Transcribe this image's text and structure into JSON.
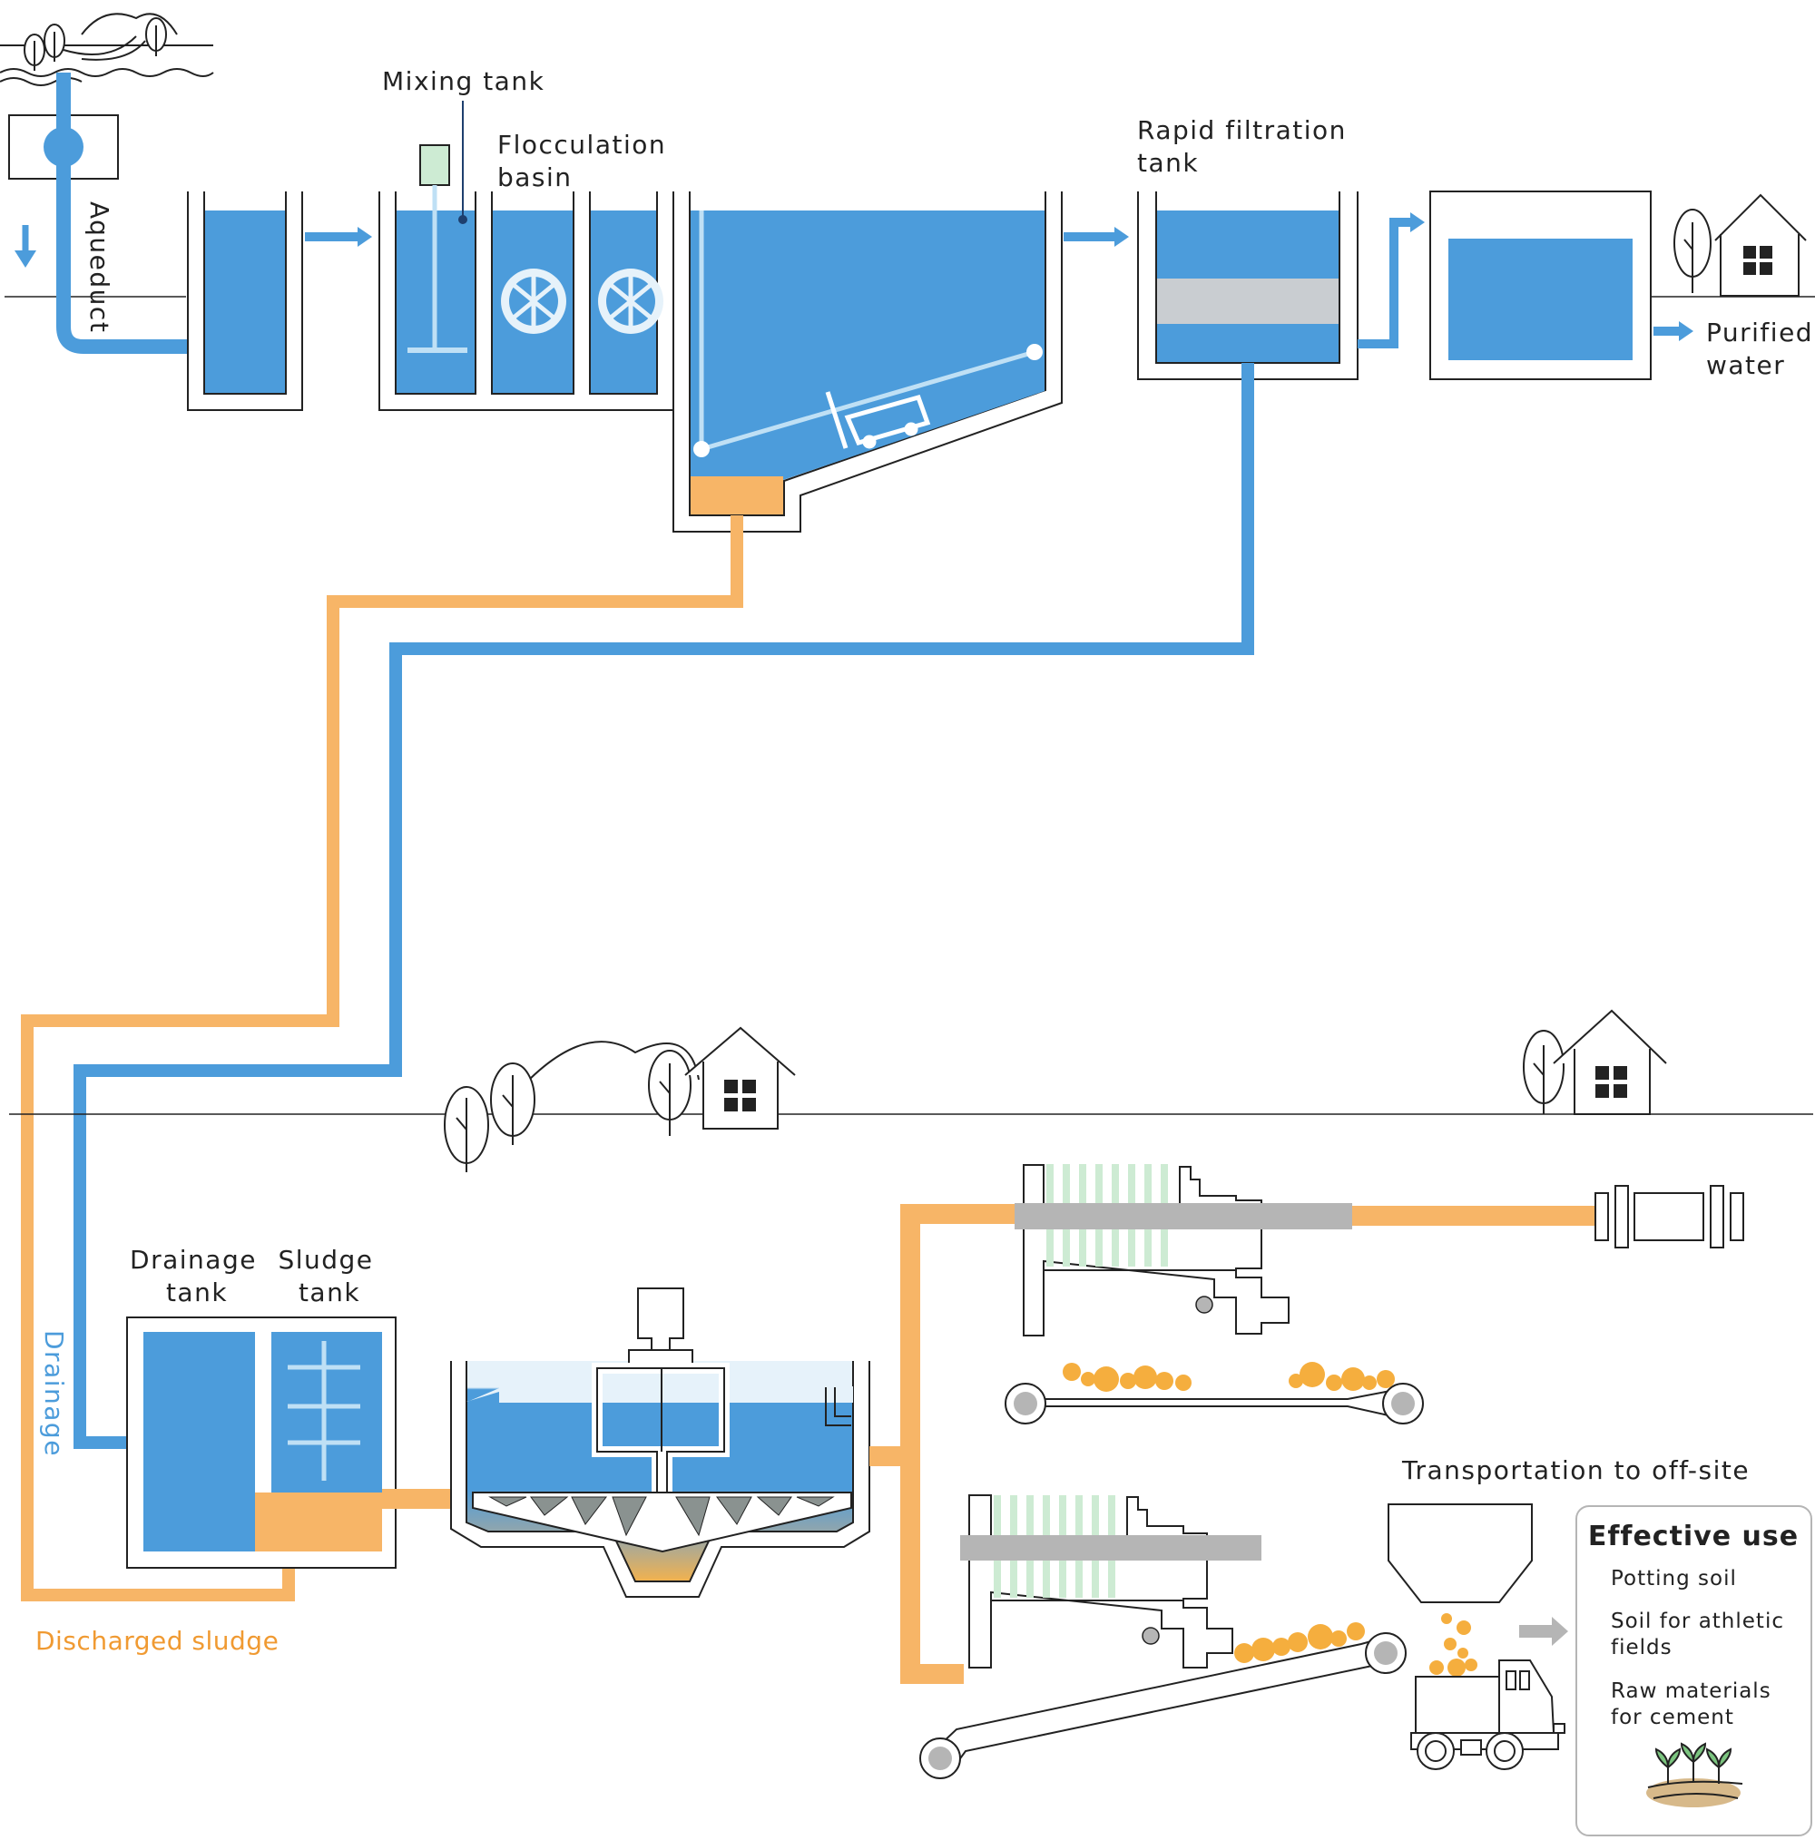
{
  "labels": {
    "mixing_tank": "Mixing tank",
    "flocculation_1": "Flocculation",
    "flocculation_2": "basin",
    "rapid_filtration_1": "Rapid filtration",
    "rapid_filtration_2": "tank",
    "aqueduct": "Aqueduct",
    "purified_1": "Purified",
    "purified_2": "water",
    "drainage_tank_1": "Drainage",
    "drainage_tank_2": "tank",
    "sludge_tank_1": "Sludge",
    "sludge_tank_2": "tank",
    "drainage": "Drainage",
    "discharged_sludge": "Discharged sludge",
    "transportation": "Transportation to off-site",
    "effective_use_title": "Effective use",
    "use_1": "Potting soil",
    "use_2a": "Soil for athletic",
    "use_2b": "fields",
    "use_3a": "Raw materials",
    "use_3b": "for cement"
  },
  "colors": {
    "water": "#4C9CDB",
    "sludge": "#F7B567",
    "filter": "#C9CDD1",
    "outline": "#222222",
    "light_blue": "#BFE0F5",
    "press_plate": "#CDEBD3",
    "press_rod": "#B5B5B5"
  }
}
